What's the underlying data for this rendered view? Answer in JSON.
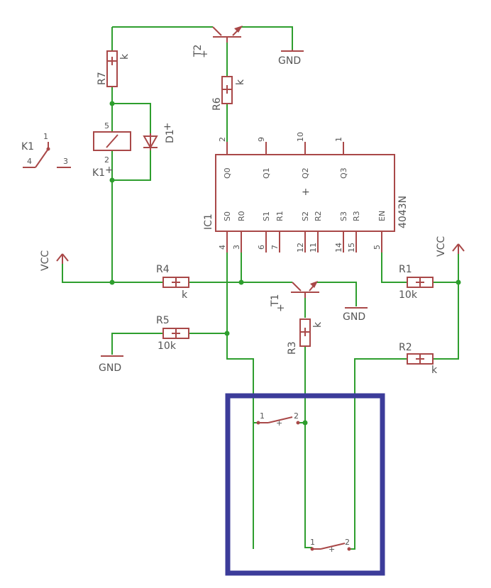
{
  "labels": {
    "R7": "R7",
    "R7_val": "k",
    "R6": "R6",
    "R6_val": "k",
    "R4": "R4",
    "R4_val": "k",
    "R5": "R5",
    "R5_val": "10k",
    "R3": "R3",
    "R3_val": "k",
    "R1": "R1",
    "R1_val": "10k",
    "R2": "R2",
    "R2_val": "k",
    "T1": "T1",
    "T2": "T2",
    "K1_relay": "K1",
    "K1_contact": "K1",
    "D1": "D1",
    "IC1": "IC1",
    "IC1_part": "4043N",
    "VCC": "VCC",
    "GND": "GND",
    "plus": "+"
  },
  "ic_pins": {
    "top_numbers": [
      "2",
      "9",
      "10",
      "1"
    ],
    "top_names": [
      "Q0",
      "Q1",
      "Q2",
      "Q3"
    ],
    "bottom_names": [
      "S0",
      "R0",
      "S1",
      "R1",
      "S2",
      "R2",
      "S3",
      "R3",
      "EN"
    ],
    "bottom_numbers": [
      "4",
      "3",
      "6",
      "7",
      "12",
      "11",
      "14",
      "15",
      "5"
    ]
  },
  "relay_pins": {
    "coil_top": "5",
    "coil_bottom": "2",
    "contact_1": "1",
    "contact_4": "4",
    "contact_3": "3"
  },
  "switch_pins": {
    "pin1": "1",
    "pin2": "2"
  },
  "colors": {
    "wire": "#2e9e2e",
    "part": "#a94848",
    "text": "#555555",
    "frame": "#3c3c9a"
  }
}
